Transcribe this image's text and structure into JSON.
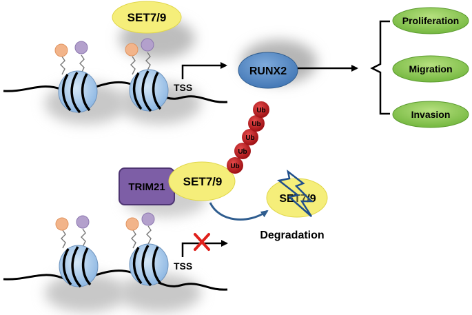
{
  "top_panel": {
    "set79_label": "SET7/9",
    "tss_label": "TSS",
    "runx2_label": "RUNX2",
    "outcomes": [
      "Proliferation",
      "Migration",
      "Invasion"
    ]
  },
  "bottom_panel": {
    "trim21_label": "TRIM21",
    "set79_label": "SET7/9",
    "ubiquitin_labels": [
      "Ub",
      "Ub",
      "Ub",
      "Ub",
      "Ub"
    ],
    "degraded_set79_label": "SET7/9",
    "degradation_label": "Degradation",
    "tss_label": "TSS"
  },
  "colors": {
    "set79_yellow": "#f5ee7a",
    "runx2_blue": "#5b8fc7",
    "outcome_green": "#8fcf5a",
    "trim21_purple": "#7d5ea6",
    "ubiquitin_red": "#c0171c",
    "nucleosome_blue": "#a8c8ea",
    "modification_orange": "#f2b48a",
    "modification_purple": "#b3a0cc",
    "block_cross_red": "#e0201b",
    "lightning_blue": "#1f4e8c"
  },
  "icons": [
    "nucleosome-icon",
    "histone-mark-icon",
    "transcription-arrow-icon",
    "block-cross-icon",
    "lightning-bolt-icon",
    "ubiquitin-chain-icon"
  ]
}
